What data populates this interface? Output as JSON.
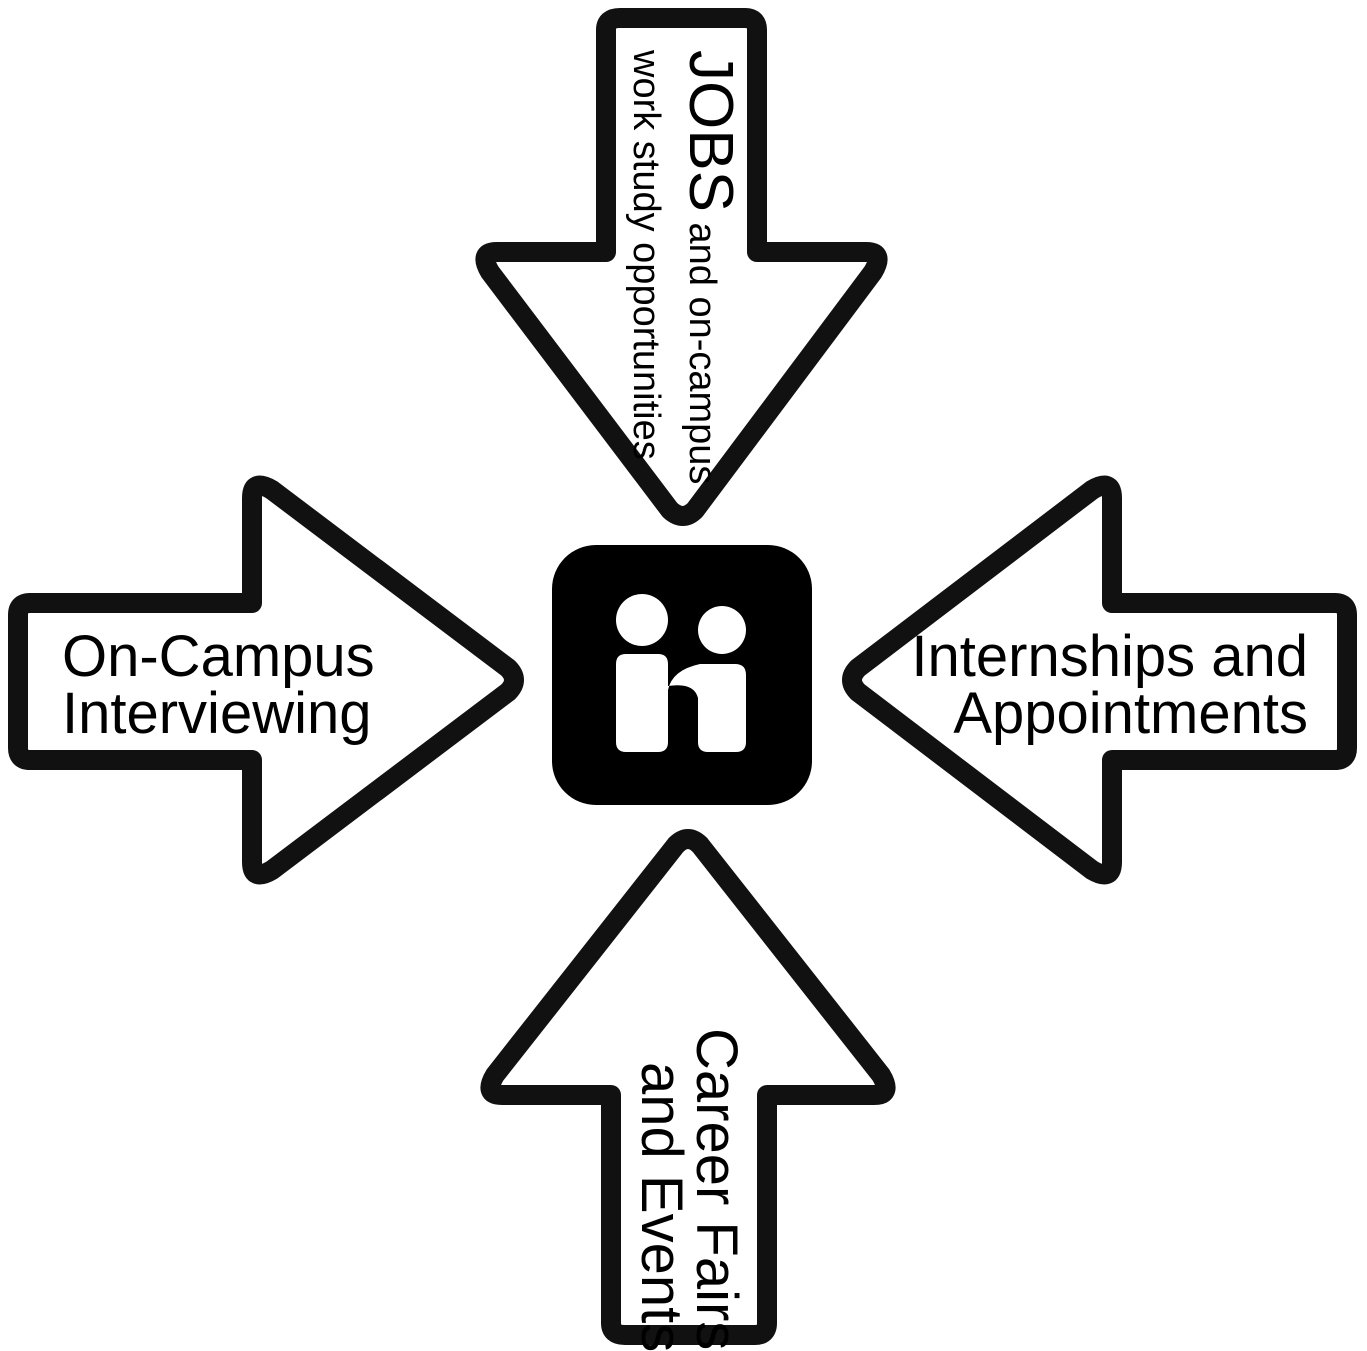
{
  "diagram": {
    "center_logo": {
      "icon": "handshake-logo-icon",
      "background_color": "#000000",
      "foreground_color": "#ffffff"
    },
    "arrows": {
      "top": {
        "title": "JOBS",
        "title_suffix": " and on-campus",
        "line2": "work study opportunities"
      },
      "left": {
        "line1": "On-Campus",
        "line2": "Interviewing"
      },
      "right": {
        "line1": "Internships and",
        "line2": "Appointments"
      },
      "bottom": {
        "line1": "Career Fairs",
        "line2": "and Events"
      }
    },
    "colors": {
      "outline": "#111111",
      "fill": "#ffffff",
      "text": "#000000"
    }
  }
}
